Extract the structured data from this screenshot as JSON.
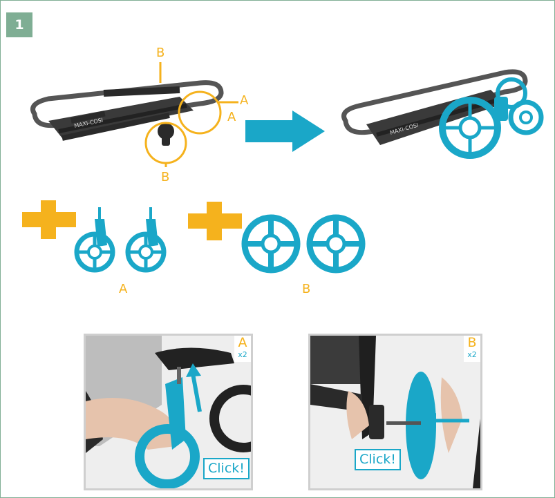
{
  "step": {
    "number": "1"
  },
  "diagram": {
    "folded_labels": [
      "B",
      "A",
      "A",
      "B"
    ],
    "group_a_label": "A",
    "group_b_label": "B"
  },
  "photos": [
    {
      "part_label": "A",
      "quantity": "x2",
      "click_text": "Click!"
    },
    {
      "part_label": "B",
      "quantity": "x2",
      "click_text": "Click!"
    }
  ],
  "colors": {
    "teal": "#1aa7c8",
    "yellow": "#f5b21d",
    "frame_green": "#7fae94",
    "dark": "#2f2f2f"
  }
}
